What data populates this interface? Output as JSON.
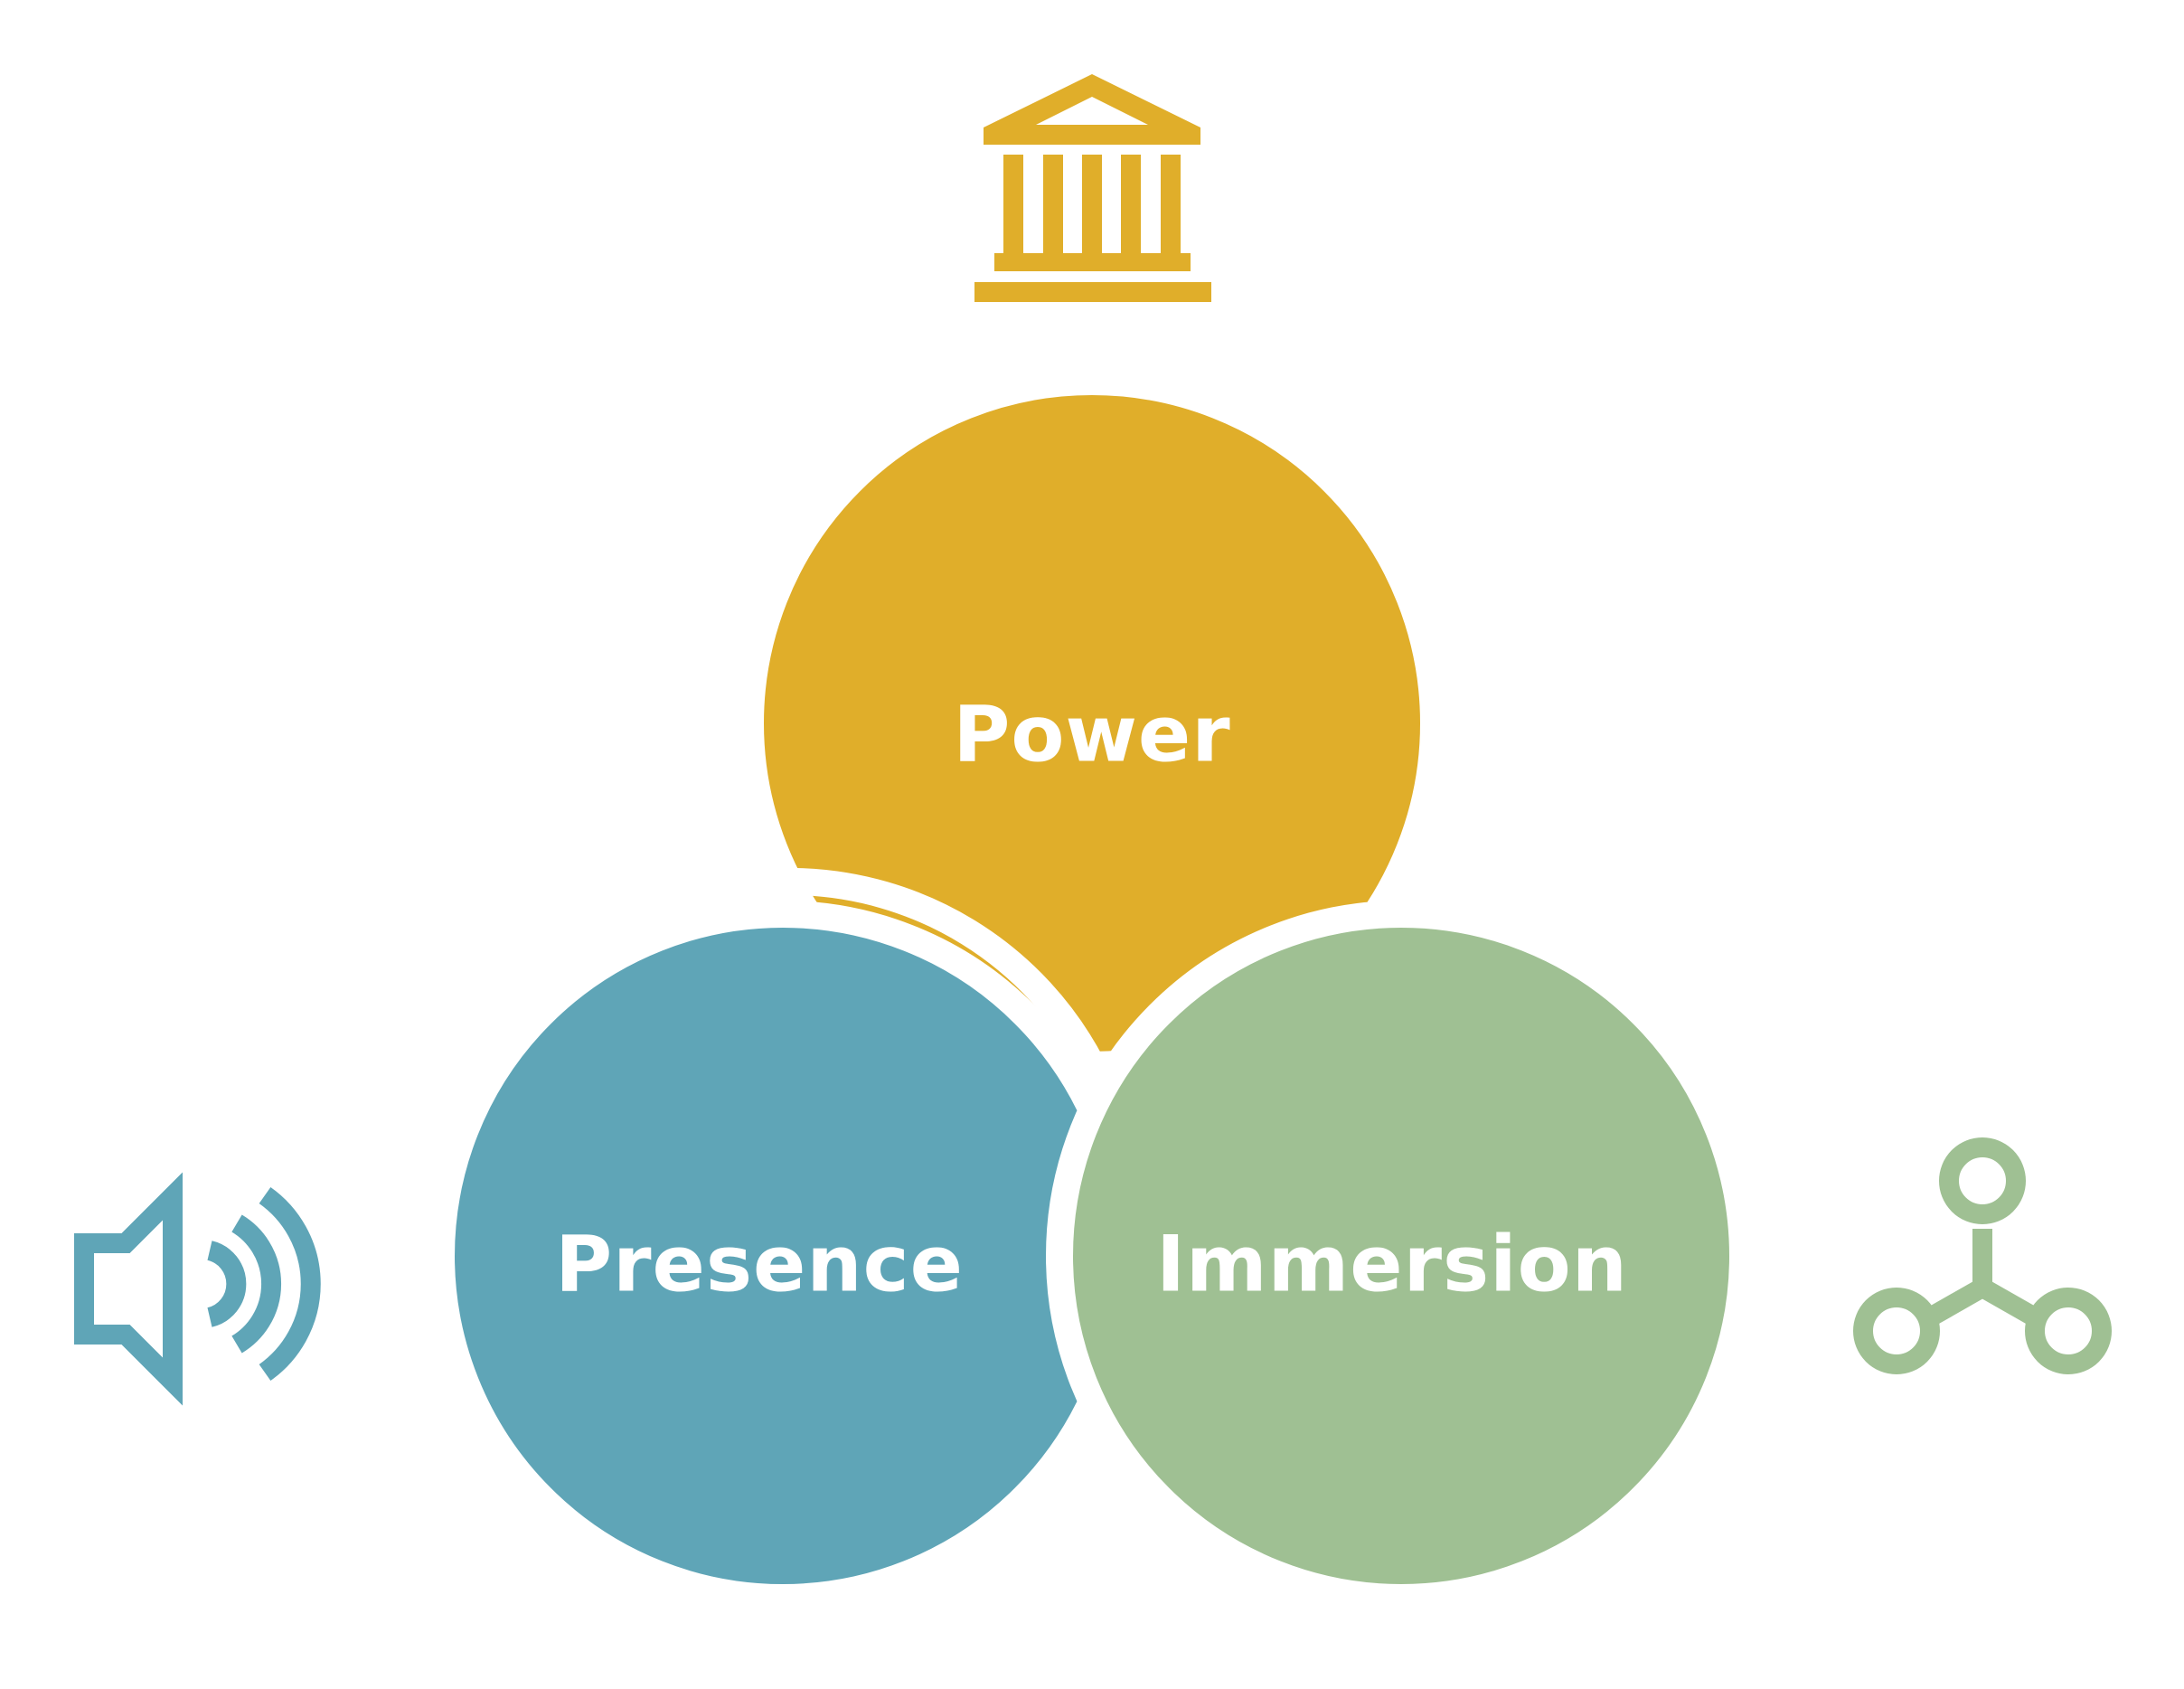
{
  "diagram": {
    "labels": {
      "power": "Power",
      "presence": "Presence",
      "immersion": "Immersion"
    },
    "icons": {
      "power": "building-columns-icon",
      "presence": "speaker-sound-icon",
      "immersion": "network-nodes-icon"
    },
    "colors": {
      "power": "#E0AE2A",
      "presence": "#5FA5B7",
      "immersion": "#9FC093",
      "background": "#FFFFFF"
    }
  }
}
